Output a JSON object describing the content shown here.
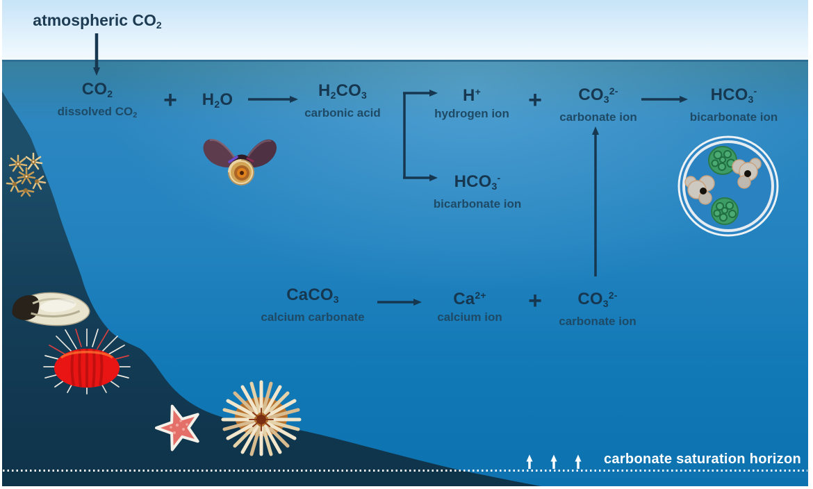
{
  "palette": {
    "sky_top": "#c7e3f7",
    "sky_bottom": "#f3fafe",
    "water_light": "#2e8ac6",
    "water_deep": "#0d72af",
    "slope_dark": "#113850",
    "ink": "#16374f",
    "caption_ink": "#1e4a66",
    "horizon_white": "#ffffff",
    "urchin_red": "#e91515",
    "starfish_pink": "#e36f68",
    "shell_gold": "#d2a455",
    "plankton_green": "#3d9c63"
  },
  "atmosphere": {
    "label": "atmospheric CO",
    "label_sub": "2"
  },
  "operators": {
    "plus": "+"
  },
  "surface_reaction": {
    "dissolved_co2": {
      "f_b1": "CO",
      "f_s1": "2",
      "caption": "dissolved CO",
      "caption_sub": "2"
    },
    "water": {
      "f_b1": "H",
      "f_s1": "2",
      "f_b2": "O"
    },
    "carbonic_acid": {
      "f_b1": "H",
      "f_s1": "2",
      "f_b2": "CO",
      "f_s2": "3",
      "caption": "carbonic acid"
    },
    "hydrogen_ion": {
      "f_b1": "H",
      "f_p1": "+",
      "caption": "hydrogen ion"
    },
    "bicarbonate_branch": {
      "f_b1": "HCO",
      "f_s1": "3",
      "f_p1": "-",
      "caption": "bicarbonate ion"
    },
    "carbonate_ion": {
      "f_b1": "CO",
      "f_s1": "3",
      "f_p1": "2-",
      "caption": "carbonate ion"
    },
    "bicarbonate_product": {
      "f_b1": "HCO",
      "f_s1": "3",
      "f_p1": "-",
      "caption": "bicarbonate ion"
    }
  },
  "dissolution_reaction": {
    "calcium_carbonate": {
      "f_b1": "CaCO",
      "f_s1": "3",
      "caption": "calcium carbonate"
    },
    "calcium_ion": {
      "f_b1": "Ca",
      "f_p1": "2+",
      "caption": "calcium ion"
    },
    "carbonate_ion": {
      "f_b1": "CO",
      "f_s1": "3",
      "f_p1": "2-",
      "caption": "carbonate ion"
    }
  },
  "seafloor": {
    "horizon_label": "carbonate saturation horizon"
  },
  "illustrations": {
    "pteropod": "pteropod-sea-butterfly",
    "plankton_dish": "calcifying-plankton-dish",
    "coral": "tan-coral-cluster",
    "oyster": "oyster",
    "red_urchin": "red-sea-urchin",
    "starfish": "starfish",
    "tan_urchin": "tan-sea-urchin"
  }
}
